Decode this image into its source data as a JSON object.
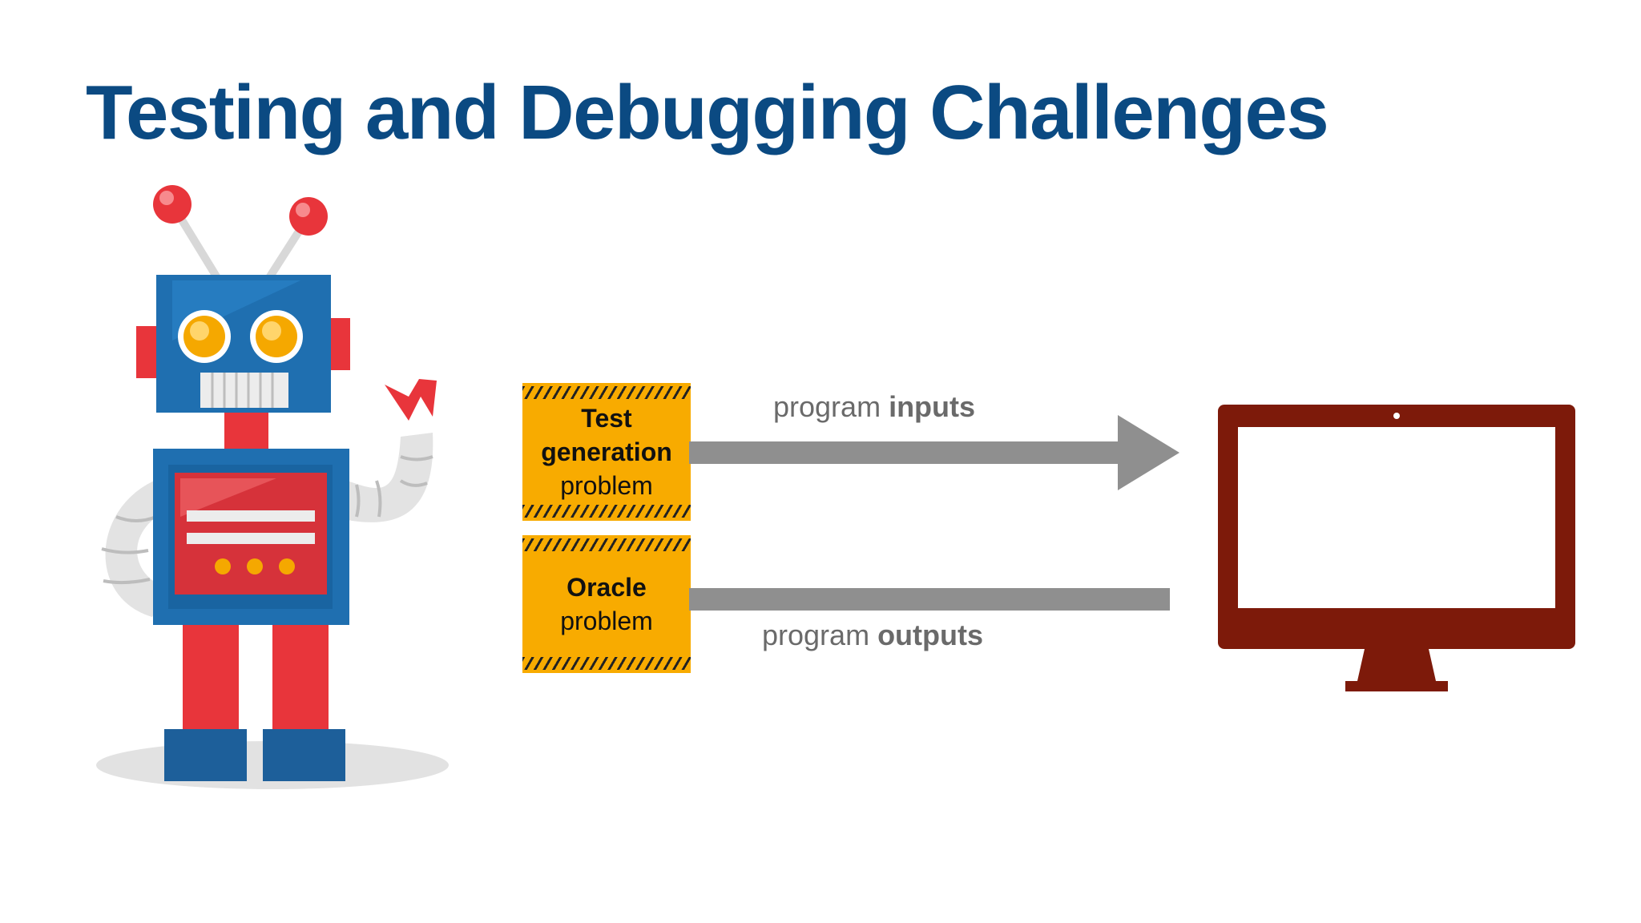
{
  "title": "Testing and Debugging Challenges",
  "boxes": {
    "test": {
      "line1": "Test",
      "line2": "generation",
      "line3": "problem"
    },
    "oracle": {
      "line1": "Oracle",
      "line2": "problem"
    }
  },
  "flows": {
    "inputs": {
      "prefix": "program ",
      "bold": "inputs"
    },
    "outputs": {
      "prefix": "program ",
      "bold": "outputs"
    }
  },
  "colors": {
    "title": "#0b4a82",
    "hazard": "#f8ab00",
    "arrow": "#8f8f8f",
    "monitor": "#7d1a0a",
    "robot_blue": "#1f6fb0",
    "robot_red": "#e8353b"
  },
  "icons": {
    "robot": "robot-illustration",
    "monitor": "computer-monitor-icon"
  }
}
